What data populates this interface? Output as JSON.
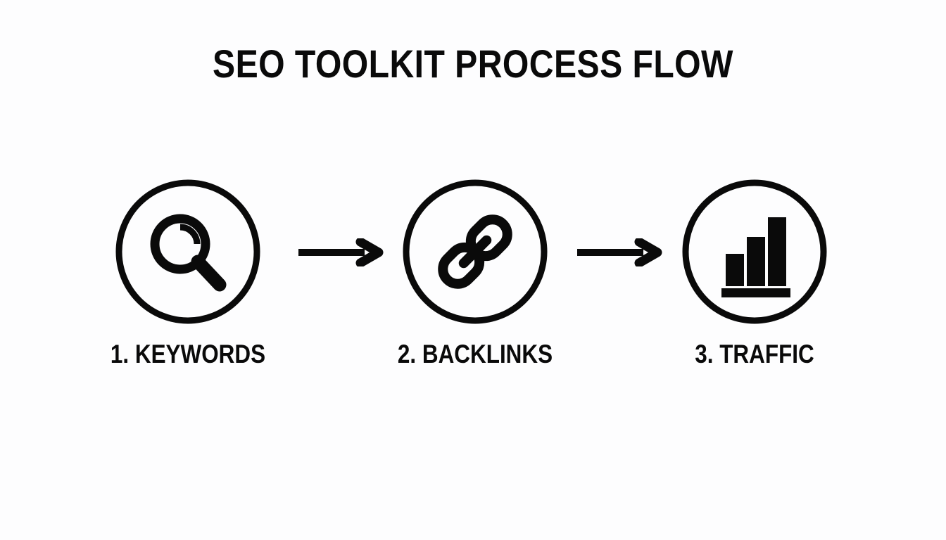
{
  "diagram": {
    "title": "SEO TOOLKIT PROCESS FLOW",
    "background_color": "#fdfdfe",
    "ink_color": "#0a0a0a",
    "steps": [
      {
        "label": "1. KEYWORDS",
        "icon": "magnifier-icon",
        "number": "1",
        "name": "KEYWORDS"
      },
      {
        "label": "2. BACKLINKS",
        "icon": "chain-link-icon",
        "number": "2",
        "name": "BACKLINKS"
      },
      {
        "label": "3. TRAFFIC",
        "icon": "bar-chart-icon",
        "number": "3",
        "name": "TRAFFIC"
      }
    ],
    "connectors": [
      {
        "icon": "arrow-right-icon",
        "from": "1. KEYWORDS",
        "to": "2. BACKLINKS"
      },
      {
        "icon": "arrow-right-icon",
        "from": "2. BACKLINKS",
        "to": "3. TRAFFIC"
      }
    ]
  }
}
